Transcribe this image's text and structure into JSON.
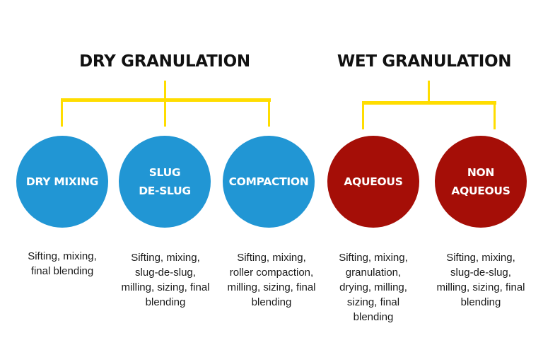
{
  "colors": {
    "dry": "#2196d4",
    "wet": "#a50e07",
    "connector": "#ffdd00",
    "text": "#111111"
  },
  "groups": [
    {
      "title": "DRY GRANULATION",
      "items": [
        {
          "label": "DRY MIXING",
          "description": "Sifting, mixing,\nfinal blending"
        },
        {
          "label": "SLUG\nDE-SLUG",
          "description": "Sifting, mixing,\nslug-de-slug,\nmilling, sizing, final\nblending"
        },
        {
          "label": "COMPACTION",
          "description": "Sifting, mixing,\nroller compaction,\nmilling, sizing, final\nblending"
        }
      ]
    },
    {
      "title": "WET GRANULATION",
      "items": [
        {
          "label": "AQUEOUS",
          "description": "Sifting, mixing,\ngranulation,\ndrying, milling,\nsizing, final\nblending"
        },
        {
          "label": "NON\nAQUEOUS",
          "description": "Sifting, mixing,\nslug-de-slug,\nmilling, sizing, final\nblending"
        }
      ]
    }
  ]
}
